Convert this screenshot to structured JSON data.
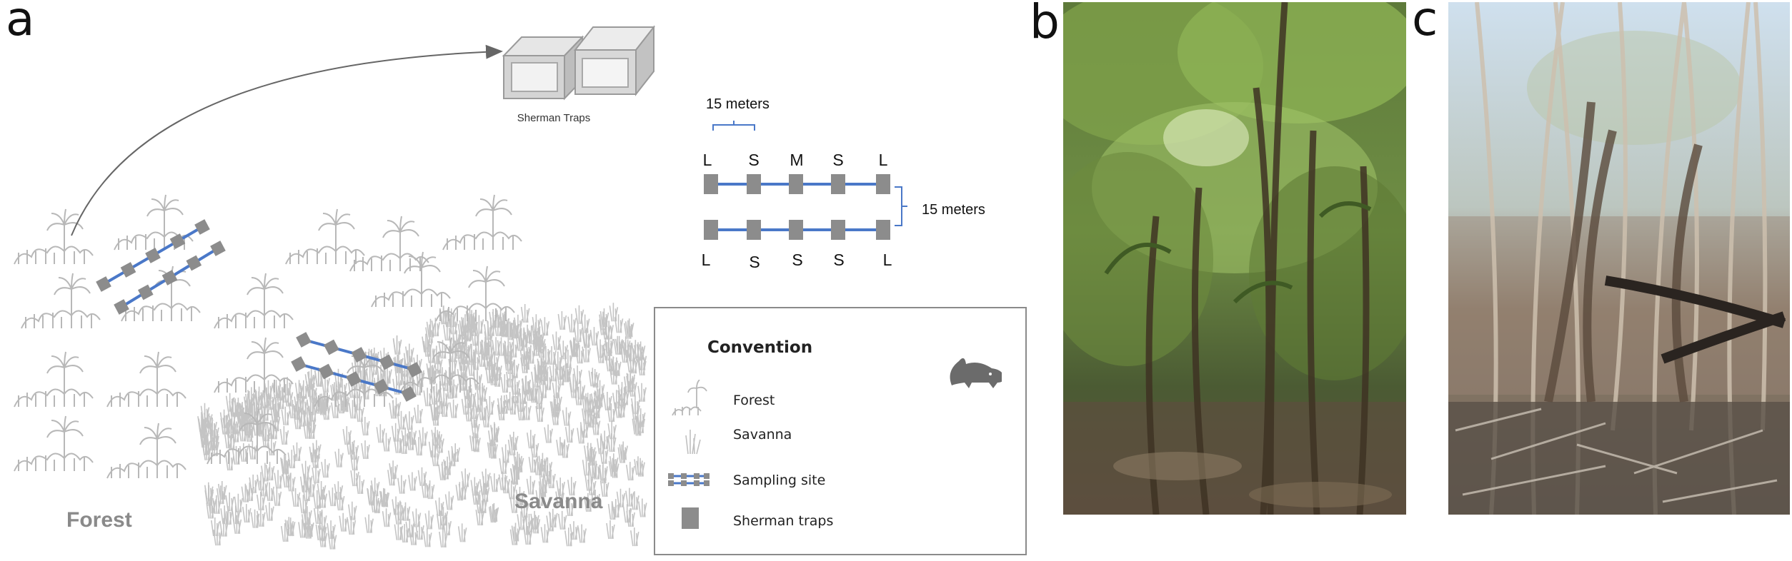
{
  "panel_labels": {
    "a": "a",
    "b": "b",
    "c": "c"
  },
  "traps_caption": "Sherman Traps",
  "spacing_horizontal": "15 meters",
  "spacing_vertical": "15 meters",
  "top_row_labels": [
    "L",
    "S",
    "M",
    "S",
    "L"
  ],
  "bottom_row_labels": [
    "L",
    "S",
    "S",
    "S",
    "L"
  ],
  "habitat_labels": {
    "forest": "Forest",
    "savanna": "Savanna"
  },
  "legend": {
    "title": "Convention",
    "items": [
      {
        "icon": "forest-icon",
        "label": "Forest"
      },
      {
        "icon": "savanna-icon",
        "label": "Savanna"
      },
      {
        "icon": "sampling-site-icon",
        "label": "Sampling site"
      },
      {
        "icon": "sherman-trap-icon",
        "label": "Sherman traps"
      }
    ]
  },
  "colors": {
    "transect_line": "#4a78c8",
    "trap": "#8c8c8c",
    "vegetation": "#b8b8b8",
    "habitat_text": "#8a8a8a",
    "rodent": "#6b6b6b"
  },
  "icons": [
    "rodent-icon",
    "sherman-traps-photo",
    "forest-photo",
    "burned-forest-photo"
  ]
}
